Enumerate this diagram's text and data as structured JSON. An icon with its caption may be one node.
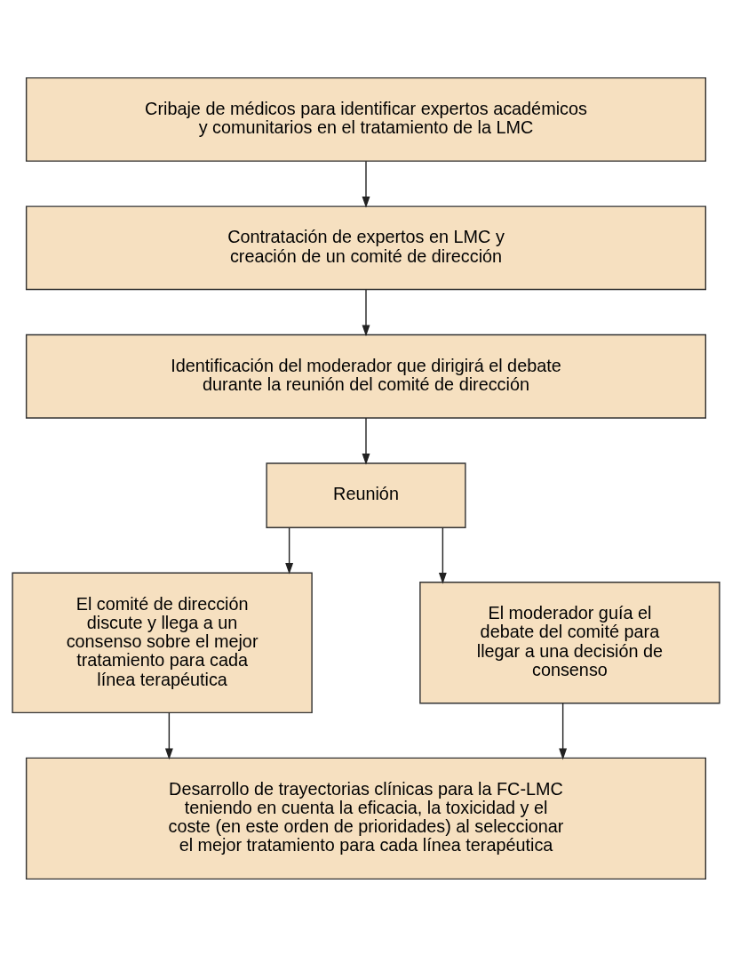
{
  "diagram": {
    "nodes": [
      {
        "text": [
          "Cribaje de médicos para identificar expertos académicos y comunitarios en el tratamiento de la LMC"
        ]
      },
      {
        "text": [
          "Contratación de expertos en LMC y creación de un comité de dirección"
        ]
      },
      {
        "text": [
          "Identificación del moderador que dirigirá el debate durante la reunión del comité de dirección"
        ]
      },
      {
        "text": [
          "Reunión"
        ]
      },
      {
        "text": [
          "El comité de dirección discute y llega a un consenso sobre el mejor tratamiento para cada línea terapéutica"
        ]
      },
      {
        "text": [
          "El moderador guía el debate del comité para llegar a una decisión de consenso"
        ]
      },
      {
        "text": [
          "Desarrollo de trayectorias clínicas para la FC-LMC teniendo en cuenta la eficacia, la toxicidad y el coste (en este orden de prioridades) al seleccionar el mejor tratamiento para cada línea terapéutica"
        ]
      }
    ],
    "edges": [
      {
        "from": 0,
        "to": 1,
        "arrow": "to"
      },
      {
        "from": 1,
        "to": 2,
        "arrow": "to"
      },
      {
        "from": 2,
        "to": 3,
        "arrow": "to"
      },
      {
        "from": 3,
        "to": 4,
        "arrow": "to"
      },
      {
        "from": 3,
        "to": 5,
        "arrow": "to"
      },
      {
        "from": 4,
        "to": 6,
        "arrow": "to"
      },
      {
        "from": 5,
        "to": 6,
        "arrow": "to"
      }
    ]
  }
}
